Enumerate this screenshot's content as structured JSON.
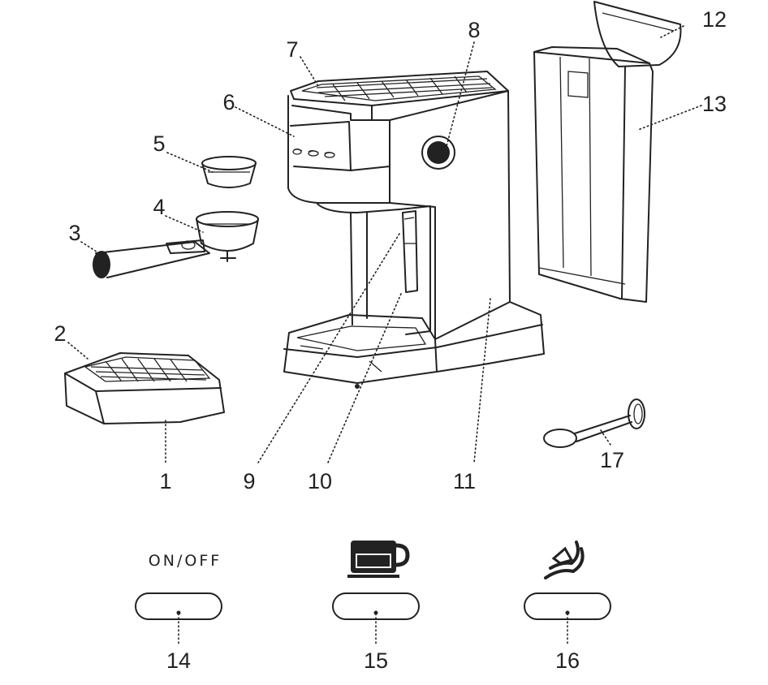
{
  "callouts": {
    "c1": "1",
    "c2": "2",
    "c3": "3",
    "c4": "4",
    "c5": "5",
    "c6": "6",
    "c7": "7",
    "c8": "8",
    "c9": "9",
    "c10": "10",
    "c11": "11",
    "c12": "12",
    "c13": "13",
    "c14": "14",
    "c15": "15",
    "c16": "16",
    "c17": "17"
  },
  "buttons": {
    "power_label": "ON/OFF"
  },
  "icons": {
    "espresso": "coffee-cup-icon",
    "steam": "steam-icon"
  }
}
